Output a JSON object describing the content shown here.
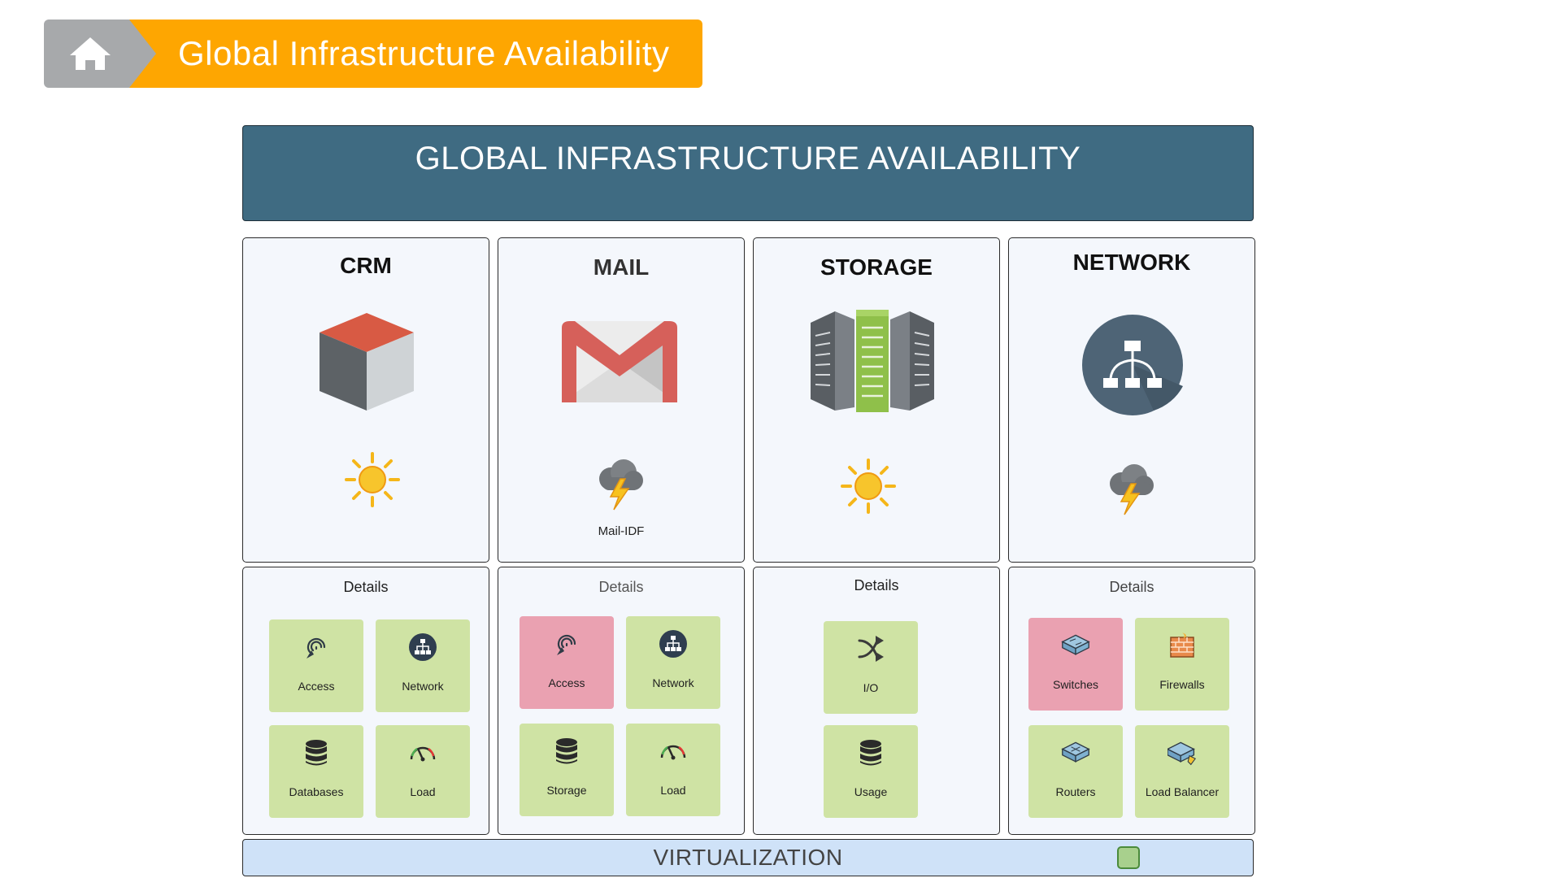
{
  "header": {
    "breadcrumb_title": "Global Infrastructure Availability",
    "home_icon": "home-icon"
  },
  "banner": {
    "title": "GLOBAL INFRASTRUCTURE AVAILABILITY"
  },
  "services": [
    {
      "title": "CRM",
      "icon": "cube-icon",
      "status_icon": "sun-icon",
      "status_label": ""
    },
    {
      "title": "MAIL",
      "icon": "mail-icon",
      "status_icon": "storm-icon",
      "status_label": "Mail-IDF"
    },
    {
      "title": "STORAGE",
      "icon": "server-rack-icon",
      "status_icon": "sun-icon",
      "status_label": ""
    },
    {
      "title": "NETWORK",
      "icon": "network-hierarchy-icon",
      "status_icon": "storm-icon",
      "status_label": ""
    }
  ],
  "details": [
    {
      "title": "Details",
      "tiles": [
        {
          "label": "Access",
          "icon": "fingerprint-icon",
          "state": "ok"
        },
        {
          "label": "Network",
          "icon": "network-icon",
          "state": "ok"
        },
        {
          "label": "Databases",
          "icon": "database-icon",
          "state": "ok"
        },
        {
          "label": "Load",
          "icon": "gauge-icon",
          "state": "ok"
        }
      ]
    },
    {
      "title": "Details",
      "tiles": [
        {
          "label": "Access",
          "icon": "fingerprint-icon",
          "state": "alert"
        },
        {
          "label": "Network",
          "icon": "network-icon",
          "state": "ok"
        },
        {
          "label": "Storage",
          "icon": "database-icon",
          "state": "ok"
        },
        {
          "label": "Load",
          "icon": "gauge-icon",
          "state": "ok"
        }
      ]
    },
    {
      "title": "Details",
      "tiles": [
        {
          "label": "I/O",
          "icon": "io-arrows-icon",
          "state": "ok"
        },
        {
          "label": "Usage",
          "icon": "database-icon",
          "state": "ok"
        }
      ]
    },
    {
      "title": "Details",
      "tiles": [
        {
          "label": "Switches",
          "icon": "switch-icon",
          "state": "alert"
        },
        {
          "label": "Firewalls",
          "icon": "firewall-icon",
          "state": "ok"
        },
        {
          "label": "Routers",
          "icon": "router-icon",
          "state": "ok"
        },
        {
          "label": "Load Balancer",
          "icon": "load-balancer-icon",
          "state": "ok"
        }
      ]
    }
  ],
  "virtualization": {
    "label": "VIRTUALIZATION",
    "state": "ok"
  },
  "colors": {
    "banner": "#3f6b82",
    "breadcrumb": "#fea601",
    "ok_tile": "#cfe3a4",
    "alert_tile": "#eaa1b1"
  }
}
